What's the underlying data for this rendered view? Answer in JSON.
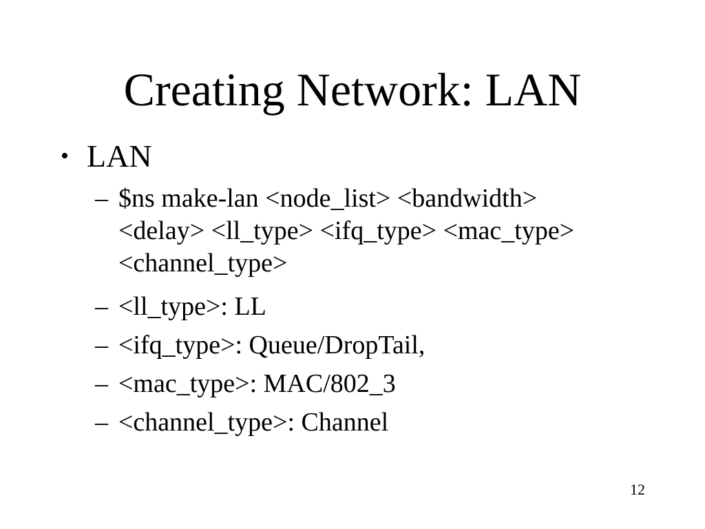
{
  "slide": {
    "background_color": "#ffffff",
    "text_color": "#000000",
    "title": "Creating Network: LAN",
    "page_number": "12",
    "content": {
      "bullet_marker": "•",
      "bullet_label": "LAN",
      "sub_bullet_marker": "–",
      "sub_bullets": [
        {
          "text": "$ns make-lan <node_list> <bandwidth>\n<delay> <ll_type> <ifq_type> <mac_type>\n<channel_type>"
        },
        {
          "text": "<ll_type>: LL"
        },
        {
          "text": "<ifq_type>: Queue/DropTail,"
        },
        {
          "text": "<mac_type>: MAC/802_3"
        },
        {
          "text": "<channel_type>: Channel"
        }
      ]
    }
  }
}
